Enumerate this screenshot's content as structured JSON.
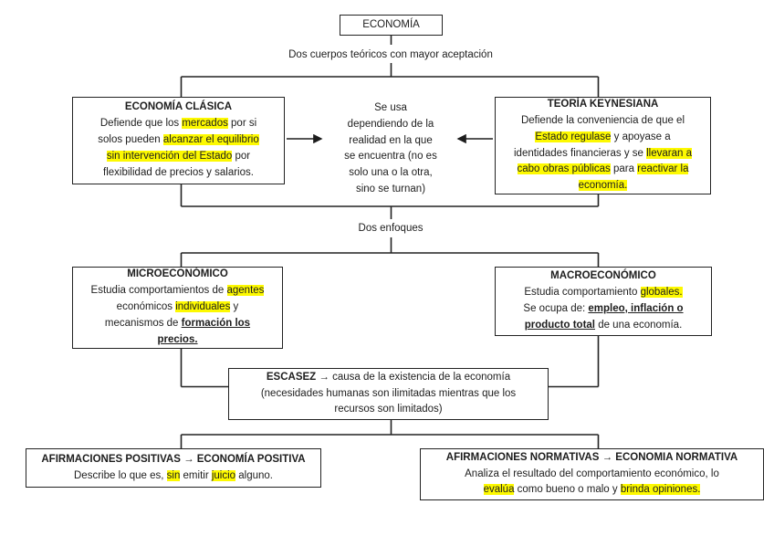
{
  "colors": {
    "highlight": "#fdf900",
    "line": "#222222",
    "text": "#1d1d1d",
    "box_background": "#ffffff"
  },
  "root_box": {
    "title": "ECONOMÍA"
  },
  "connector_labels": {
    "theories": "Dos cuerpos teóricos con mayor aceptación",
    "approaches": "Dos enfoques"
  },
  "center_note": {
    "text": "Se usa\ndependiendo de la\nrealidad en la que\nse encuentra (no es\nsolo una o la otra,\nsino se turnan)"
  },
  "boxes": {
    "clasica": {
      "title": "ECONOMÍA CLÁSICA",
      "body": [
        {
          "t": "Defiende que los "
        },
        {
          "t": "mercados",
          "h": true
        },
        {
          "t": " por si\nsolos pueden "
        },
        {
          "t": "alcanzar el equilibrio\nsin intervención del Estado",
          "h": true
        },
        {
          "t": " por\nflexibilidad de precios y salarios."
        }
      ]
    },
    "keynesiana": {
      "title": "TEORÍA KEYNESIANA",
      "body": [
        {
          "t": "Defiende la conveniencia de que el\n"
        },
        {
          "t": "Estado regulase",
          "h": true
        },
        {
          "t": " y apoyase a\nidentidades financieras y se "
        },
        {
          "t": "llevaran a\ncabo obras públicas",
          "h": true
        },
        {
          "t": " para "
        },
        {
          "t": "reactivar la\neconomía.",
          "h": true
        }
      ]
    },
    "micro": {
      "title": "MICROECONÓMICO",
      "body": [
        {
          "t": "Estudia comportamientos de "
        },
        {
          "t": "agentes",
          "h": true
        },
        {
          "t": "\neconómicos "
        },
        {
          "t": "individuales",
          "h": true
        },
        {
          "t": " y\nmecanismos de "
        },
        {
          "t": "formación los\nprecios.",
          "b": true,
          "u": true
        }
      ]
    },
    "macro": {
      "title": "MACROECONÓMICO",
      "body": [
        {
          "t": "Estudia comportamiento "
        },
        {
          "t": "globales.",
          "h": true
        },
        {
          "t": "\nSe ocupa de: "
        },
        {
          "t": "empleo, inflación o\nproducto total",
          "b": true,
          "u": true
        },
        {
          "t": " de una economía."
        }
      ]
    },
    "escasez": {
      "body": [
        {
          "t": "ESCASEZ",
          "b": true
        },
        {
          "t": " → causa de la existencia de la economía\n(necesidades humanas son ilimitadas mientras que los\nrecursos son limitados)"
        }
      ]
    },
    "positiva": {
      "title": "AFIRMACIONES POSITIVAS → ECONOMÍA POSITIVA",
      "body": [
        {
          "t": "Describe lo que es, "
        },
        {
          "t": "sin",
          "h": true
        },
        {
          "t": " emitir "
        },
        {
          "t": "juicio",
          "h": true
        },
        {
          "t": " alguno."
        }
      ]
    },
    "normativa": {
      "title": "AFIRMACIONES NORMATIVAS → ECONOMIA NORMATIVA",
      "body": [
        {
          "t": "Analiza el resultado del comportamiento económico, lo\n"
        },
        {
          "t": "evalúa",
          "h": true
        },
        {
          "t": " como bueno o malo y "
        },
        {
          "t": "brinda opiniones.",
          "h": true
        }
      ]
    }
  }
}
